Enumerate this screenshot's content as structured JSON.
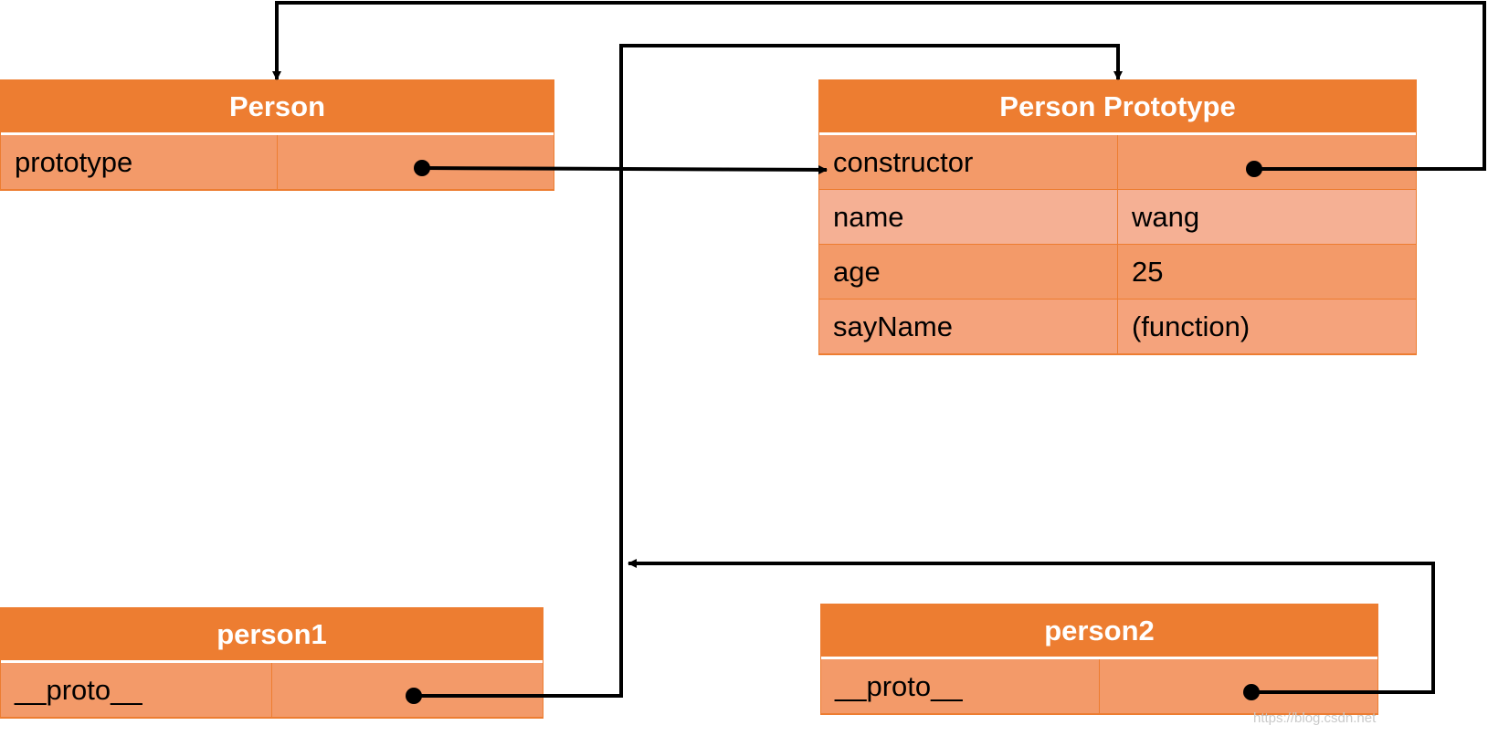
{
  "person": {
    "title": "Person",
    "rows": [
      [
        "prototype",
        ""
      ]
    ]
  },
  "person_prototype": {
    "title": "Person Prototype",
    "rows": [
      [
        "constructor",
        ""
      ],
      [
        "name",
        "wang"
      ],
      [
        "age",
        "25"
      ],
      [
        "sayName",
        "(function)"
      ]
    ]
  },
  "person1": {
    "title": "person1",
    "rows": [
      [
        "__proto__",
        ""
      ]
    ]
  },
  "person2": {
    "title": "person2",
    "rows": [
      [
        "__proto__",
        ""
      ]
    ]
  },
  "watermark": "https://blog.csdn.net",
  "colors": {
    "header": "#ED7D31",
    "row_dark": "#F39A69",
    "row_light": "#F5B094",
    "row_mid": "#F5A37C",
    "line": "#000000"
  }
}
